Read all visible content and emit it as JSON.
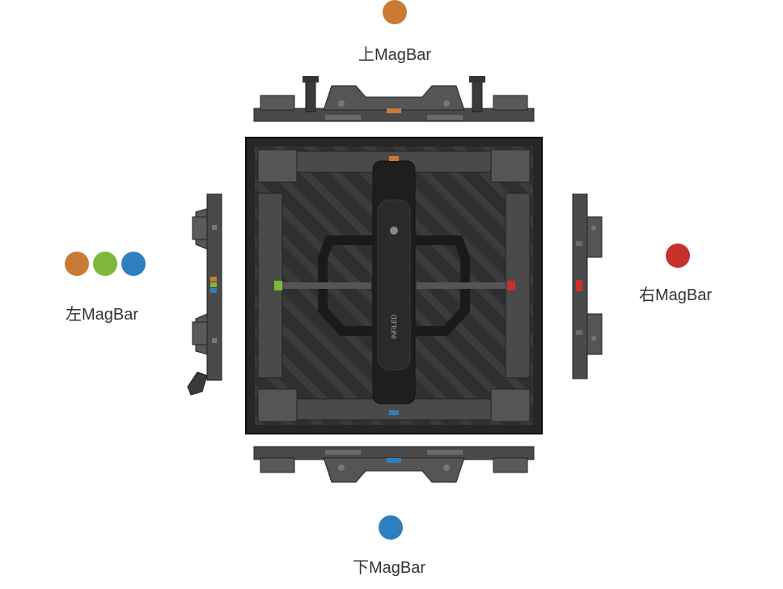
{
  "colors": {
    "orange": "#C97B35",
    "green": "#7DB83C",
    "blue": "#2E7FC0",
    "red": "#C8302C",
    "panel_dark": "#2b2b2b",
    "panel_mid": "#4a4a4a",
    "panel_light": "#6a6a6a"
  },
  "labels": {
    "top": "上MagBar",
    "left": "左MagBar",
    "right": "右MagBar",
    "bottom": "下MagBar"
  },
  "panel": {
    "brand": "INFiLED"
  },
  "icons": {
    "top_marker": "orange",
    "left_markers": [
      "orange",
      "green",
      "blue"
    ],
    "right_marker": "red",
    "bottom_marker": "blue"
  }
}
